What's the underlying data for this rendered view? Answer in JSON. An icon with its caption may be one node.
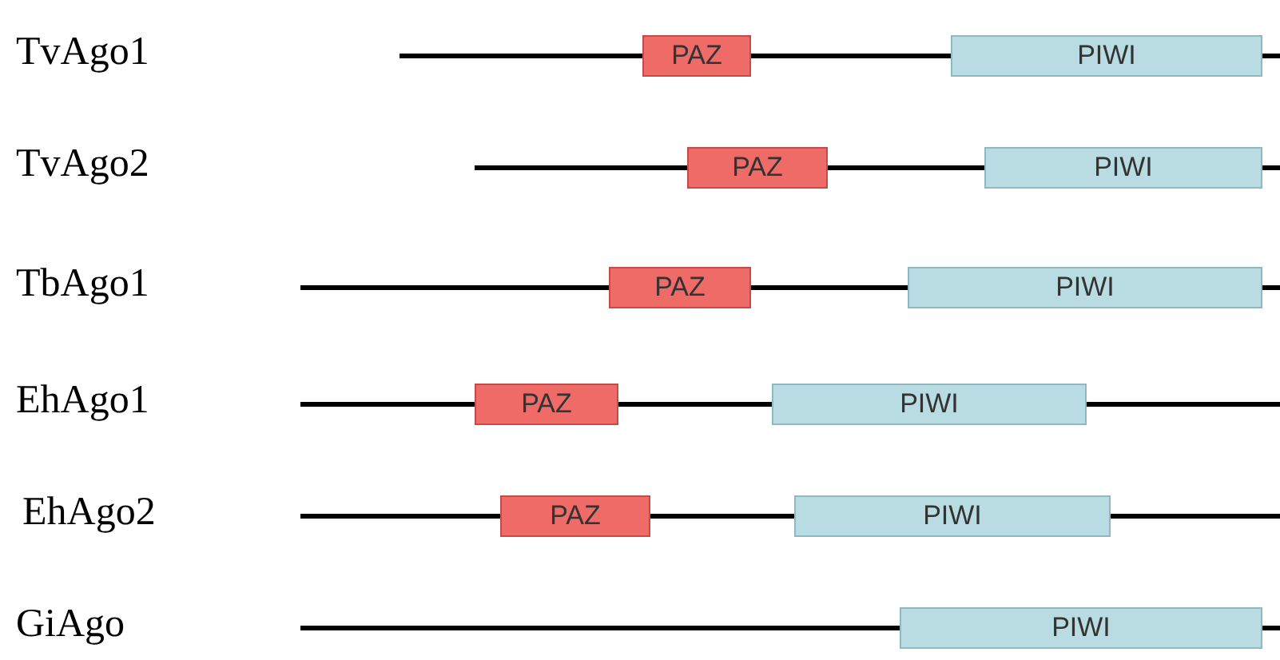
{
  "diagram": {
    "nodes": [
      {
        "text": [
          "PAZ"
        ]
      },
      {
        "text": [
          "PIWI"
        ]
      },
      {
        "text": [
          "PAZ"
        ]
      },
      {
        "text": [
          "PIWI"
        ]
      },
      {
        "text": [
          "PAZ"
        ]
      },
      {
        "text": [
          "PIWI"
        ]
      },
      {
        "text": [
          "PAZ"
        ]
      },
      {
        "text": [
          "PIWI"
        ]
      },
      {
        "text": [
          "PAZ"
        ]
      },
      {
        "text": [
          "PIWI"
        ]
      },
      {
        "text": [
          "PIWI"
        ]
      }
    ],
    "labels": [
      "TvAgo1",
      "TvAgo2",
      "TbAgo1",
      "EhAgo1",
      "EhAgo2",
      "GiAgo"
    ]
  }
}
